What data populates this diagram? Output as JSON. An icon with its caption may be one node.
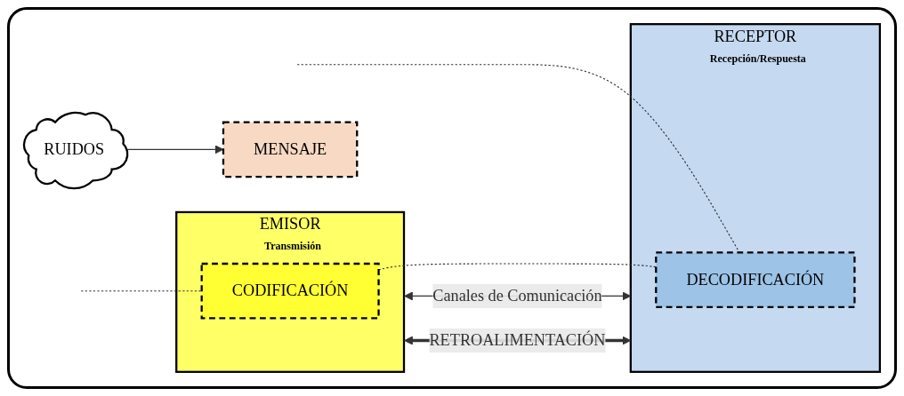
{
  "diagram": {
    "nodes": [
      {
        "text": [
          "RUIDOS"
        ]
      },
      {
        "text": [
          "EMISOR"
        ],
        "beside": [
          "Transmisión"
        ]
      },
      {
        "text": [
          "CODIFICACIÓN"
        ],
        "in": 1
      },
      {
        "text": [
          "MENSAJE"
        ]
      },
      {
        "text": [
          "RECEPTOR"
        ],
        "beside": [
          "Recepción/Respuesta"
        ]
      },
      {
        "text": [
          "DECODIFICACIÓN"
        ],
        "in": 4
      }
    ],
    "edges": [
      {
        "from": 0,
        "to": 3,
        "arrow": "to"
      },
      {
        "from": 1,
        "to": 4,
        "arrow": "both",
        "label": "Canales de Comunicación"
      },
      {
        "from": 1,
        "to": 4,
        "arrow": "both",
        "label": "RETROALIMENTACIÓN",
        "style": "thick"
      },
      {
        "from": null,
        "to": 2,
        "arrow": "none",
        "style": "dashed"
      },
      {
        "from": null,
        "to": 5,
        "arrow": "none",
        "style": "dashed"
      },
      {
        "from": 2,
        "to": 5,
        "arrow": "none",
        "style": "dashed"
      }
    ]
  }
}
